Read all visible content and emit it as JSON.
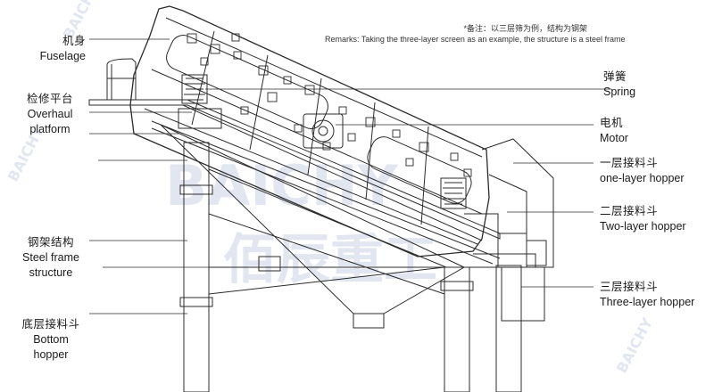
{
  "remarks": {
    "cn": "*备注：以三层筛为例，结构为钢架",
    "en": "Remarks: Taking the three-layer screen as an example, the structure is a steel frame"
  },
  "labels": {
    "fuselage": {
      "cn": "机身",
      "en": "Fuselage"
    },
    "overhaul": {
      "cn": "检修平台",
      "en1": "Overhaul",
      "en2": "platform"
    },
    "steel": {
      "cn": "钢架结构",
      "en1": "Steel frame",
      "en2": "structure"
    },
    "bottom": {
      "cn": "底层接料斗",
      "en1": "Bottom",
      "en2": "hopper"
    },
    "spring": {
      "cn": "弹簧",
      "en": "Spring"
    },
    "motor": {
      "cn": "电机",
      "en": "Motor"
    },
    "one_layer": {
      "cn": "一层接料斗",
      "en": "one-layer hopper"
    },
    "two_layer": {
      "cn": "二层接料斗",
      "en": "Two-layer hopper"
    },
    "three_layer": {
      "cn": "三层接料斗",
      "en": "Three-layer hopper"
    }
  },
  "watermark": {
    "brand": "BAICHY",
    "brand_cn": "佰辰重工"
  },
  "colors": {
    "line": "#2b2b2b",
    "watermark": "#c9d1e6",
    "text": "#1a1a1a"
  }
}
